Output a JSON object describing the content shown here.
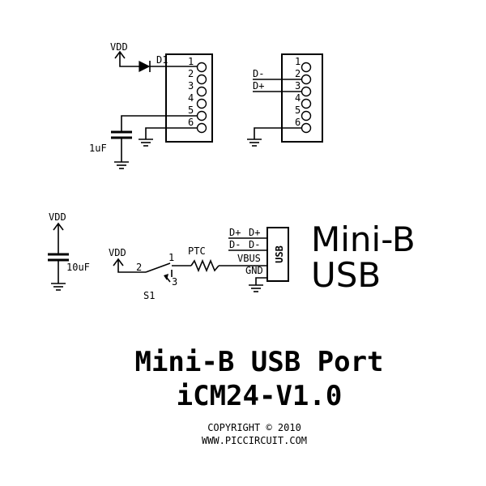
{
  "schematic": {
    "connector_left": {
      "pins": [
        "1",
        "2",
        "3",
        "4",
        "5",
        "6"
      ],
      "diode_label": "D1",
      "supply_label": "VDD",
      "cap_label": "1uF"
    },
    "connector_right": {
      "pins": [
        "1",
        "2",
        "3",
        "4",
        "5",
        "6"
      ],
      "signal_d_minus": "D-",
      "signal_d_plus": "D+"
    },
    "usb_block": {
      "supply_label": "VDD",
      "cap_label": "10uF",
      "switch_supply_label": "VDD",
      "switch_pin_2": "2",
      "switch_pin_1": "1",
      "switch_pin_3": "3",
      "switch_label": "S1",
      "ptc_label": "PTC",
      "net_dplus": "D+",
      "net_dminus": "D-",
      "pin_dplus": "D+",
      "pin_dminus": "D-",
      "pin_vbus": "VBUS",
      "pin_gnd": "GND",
      "connector_text": "USB",
      "caption_line1": "Mini-B",
      "caption_line2": "USB"
    }
  },
  "footer": {
    "title_line1": "Mini-B USB Port",
    "title_line2": "iCM24-V1.0",
    "copyright": "COPYRIGHT © 2010",
    "website": "WWW.PICCIRCUIT.COM"
  }
}
